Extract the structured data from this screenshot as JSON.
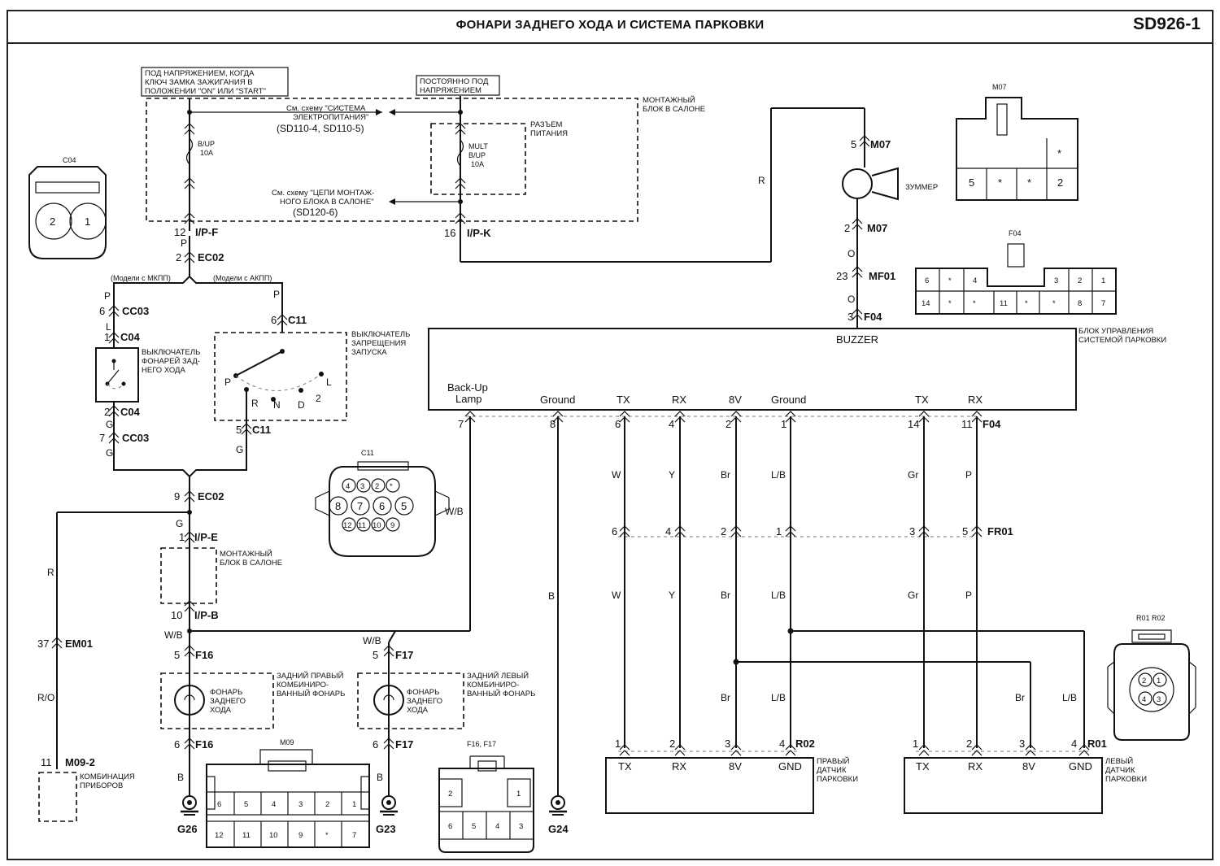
{
  "header": {
    "title": "ФОНАРИ ЗАДНЕГО ХОДА И СИСТЕМА ПАРКОВКИ",
    "code": "SD926-1"
  },
  "notes": {
    "hot_ignition": [
      "ПОД НАПРЯЖЕНИЕМ, КОГДА",
      "КЛЮЧ ЗАМКА ЗАЖИГАНИЯ В",
      "ПОЛОЖЕНИИ \"ON\" ИЛИ \"START\""
    ],
    "hot_always": [
      "ПОСТОЯННО ПОД",
      "НАПРЯЖЕНИЕМ"
    ],
    "junction_box": [
      "МОНТАЖНЫЙ",
      "БЛОК В САЛОНЕ"
    ],
    "see_power": [
      "См. схему \"СИСТЕМА",
      "ЭЛЕКТРОПИТАНИЯ\"",
      "(SD110-4, SD110-5)"
    ],
    "see_jb": [
      "См. схему \"ЦЕПИ МОНТАЖ-",
      "НОГО БЛОКА В САЛОНЕ\"",
      "(SD120-6)"
    ],
    "power_connector": [
      "РАЗЪЕМ",
      "ПИТАНИЯ"
    ],
    "mt_models": "(Модели с МКПП)",
    "at_models": "(Модели с АКПП)"
  },
  "fuses": {
    "f1": [
      "B/UP",
      "10A"
    ],
    "f2": [
      "MULT",
      "B/UP",
      "10A"
    ]
  },
  "components": {
    "backup_switch": [
      "ВЫКЛЮЧАТЕЛЬ",
      "ФОНАРЕЙ ЗАД-",
      "НЕГО ХОДА"
    ],
    "inhibitor": [
      "ВЫКЛЮЧАТЕЛЬ",
      "ЗАПРЕЩЕНИЯ",
      "ЗАПУСКА"
    ],
    "inhibitor_positions": [
      "P",
      "R",
      "N",
      "D",
      "2",
      "L"
    ],
    "buzzer": "ЗУММЕР",
    "jb2": [
      "МОНТАЖНЫЙ",
      "БЛОК В САЛОНЕ"
    ],
    "rear_right_lamp": [
      "ЗАДНИЙ ПРАВЫЙ",
      "КОМБИНИРО-",
      "ВАННЫЙ ФОНАРЬ"
    ],
    "rear_left_lamp": [
      "ЗАДНИЙ ЛЕВЫЙ",
      "КОМБИНИРО-",
      "ВАННЫЙ ФОНАРЬ"
    ],
    "lamp": [
      "ФОНАРЬ",
      "ЗАДНЕГО",
      "ХОДА"
    ],
    "cluster": [
      "КОМБИНАЦИЯ",
      "ПРИБОРОВ"
    ],
    "control_unit": [
      "БЛОК УПРАВЛЕНИЯ",
      "СИСТЕМОЙ ПАРКОВКИ"
    ],
    "buzzer_pin": "BUZZER",
    "unit_pins": [
      "Back-Up",
      "Lamp",
      "Ground",
      "TX",
      "RX",
      "8V",
      "Ground",
      "TX",
      "RX"
    ],
    "right_sensor": [
      "ПРАВЫЙ",
      "ДАТЧИК",
      "ПАРКОВКИ"
    ],
    "left_sensor": [
      "ЛЕВЫЙ",
      "ДАТЧИК",
      "ПАРКОВКИ"
    ],
    "sensor_pins": [
      "TX",
      "RX",
      "8V",
      "GND"
    ]
  },
  "connectors": {
    "ipf": "I/P-F",
    "ipk": "I/P-K",
    "ec02": "EC02",
    "cc03": "CC03",
    "c04": "C04",
    "c11": "C11",
    "ipe": "I/P-E",
    "ipb": "I/P-B",
    "f16": "F16",
    "f17": "F17",
    "em01": "EM01",
    "m092": "M09-2",
    "m07": "M07",
    "mf01": "MF01",
    "f04": "F04",
    "fr01": "FR01",
    "r02": "R02",
    "r01": "R01",
    "g26": "G26",
    "g23": "G23",
    "g24": "G24"
  },
  "wires": {
    "bup": "B/UP",
    "p": "P",
    "l": "L",
    "g": "G",
    "r": "R",
    "ro": "R/O",
    "wb": "W/B",
    "b": "B",
    "o": "O",
    "w": "W",
    "y": "Y",
    "br": "Br",
    "lb": "L/B",
    "gr": "Gr"
  },
  "connector_views": {
    "c04": {
      "name": "C04",
      "pins": [
        "2",
        "1"
      ]
    },
    "m07": {
      "name": "M07",
      "pins": [
        "*",
        "5",
        "*",
        "*",
        "2"
      ]
    },
    "f04": {
      "name": "F04",
      "top": [
        "6",
        "*",
        "4",
        "3",
        "2",
        "1"
      ],
      "bottom": [
        "14",
        "*",
        "*",
        "11",
        "*",
        "*",
        "8",
        "7"
      ]
    },
    "c11": {
      "name": "C11",
      "row1": [
        "4",
        "3",
        "2",
        "*"
      ],
      "row2": [
        "8",
        "7",
        "6",
        "5"
      ],
      "row3": [
        "12",
        "11",
        "10",
        "9"
      ]
    },
    "m09": {
      "name": "M09",
      "top": [
        "6",
        "5",
        "4",
        "3",
        "2",
        "1"
      ],
      "bottom": [
        "12",
        "11",
        "10",
        "9",
        "*",
        "7"
      ]
    },
    "f16f17": {
      "name": "F16, F17",
      "top": [
        "2",
        "1"
      ],
      "bottom": [
        "6",
        "5",
        "4",
        "3"
      ]
    },
    "r01r02": {
      "name": "R01  R02",
      "pins": [
        "2",
        "1",
        "4",
        "3"
      ]
    }
  }
}
